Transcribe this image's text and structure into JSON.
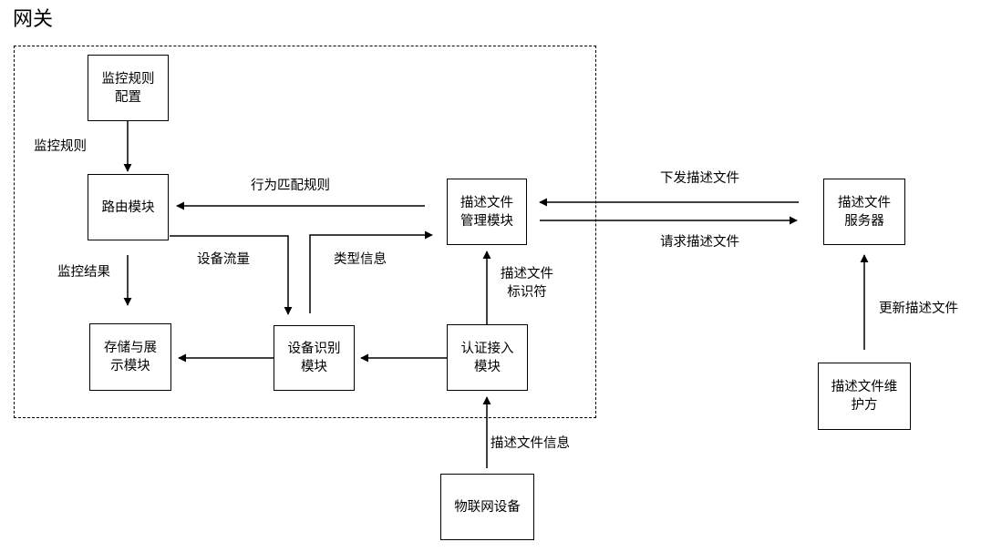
{
  "gateway_title": "网关",
  "nodes": {
    "monitor_rule_config": "监控规则\n配置",
    "routing_module": "路由模块",
    "storage_display_module": "存储与展\n示模块",
    "device_identification_module": "设备识别\n模块",
    "auth_access_module": "认证接入\n模块",
    "desc_file_mgmt_module": "描述文件\n管理模块",
    "desc_file_server": "描述文件\n服务器",
    "desc_file_maintainer": "描述文件维\n护方",
    "iot_device": "物联网设备"
  },
  "edge_labels": {
    "monitor_rules": "监控规则",
    "monitor_results": "监控结果",
    "device_traffic": "设备流量",
    "type_info": "类型信息",
    "behavior_match_rules": "行为匹配规则",
    "desc_file_identifier": "描述文件\n标识符",
    "desc_file_info": "描述文件信息",
    "deliver_desc_file": "下发描述文件",
    "request_desc_file": "请求描述文件",
    "update_desc_file": "更新描述文件"
  }
}
